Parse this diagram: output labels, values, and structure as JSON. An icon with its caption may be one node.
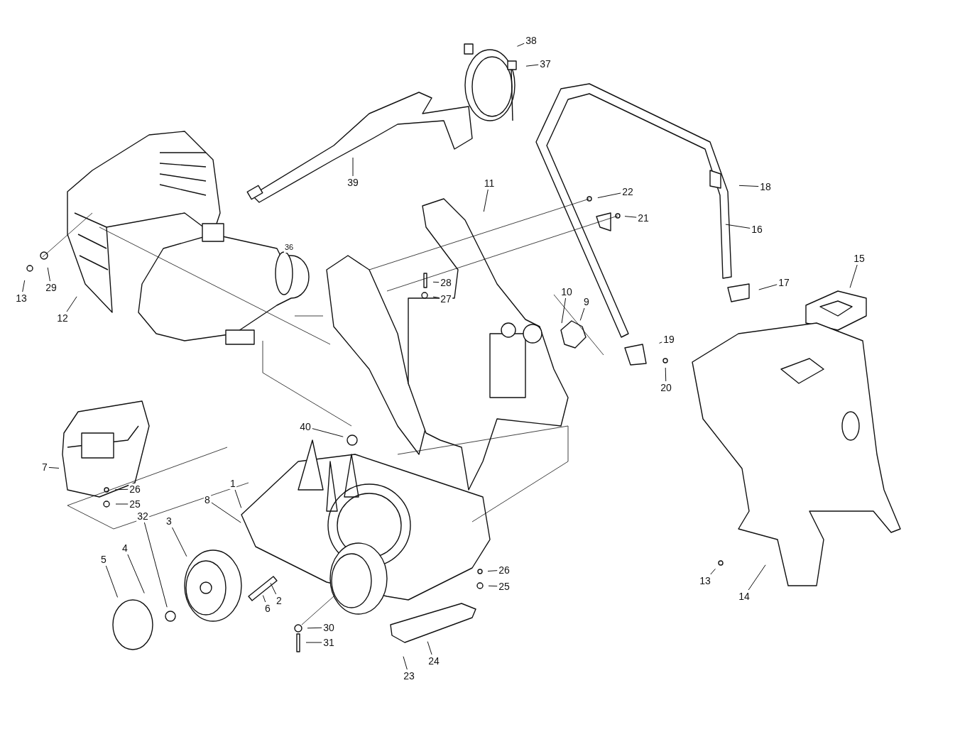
{
  "diagram": {
    "nodes": [
      {
        "text": [
          "38"
        ]
      },
      {
        "text": [
          "37"
        ]
      },
      {
        "text": [
          "39"
        ]
      },
      {
        "text": [
          "11"
        ]
      },
      {
        "text": [
          "22"
        ]
      },
      {
        "text": [
          "21"
        ]
      },
      {
        "text": [
          "18"
        ]
      },
      {
        "text": [
          "16"
        ]
      },
      {
        "text": [
          "13"
        ]
      },
      {
        "text": [
          "29"
        ]
      },
      {
        "text": [
          "12"
        ]
      },
      {
        "text": [
          "15"
        ]
      },
      {
        "text": [
          "28"
        ]
      },
      {
        "text": [
          "27"
        ]
      },
      {
        "text": [
          "17"
        ]
      },
      {
        "text": [
          "10"
        ]
      },
      {
        "text": [
          "9"
        ]
      },
      {
        "text": [
          "19"
        ]
      },
      {
        "text": [
          "20"
        ]
      },
      {
        "text": [
          "40"
        ]
      },
      {
        "text": [
          "7"
        ]
      },
      {
        "text": [
          "26"
        ]
      },
      {
        "text": [
          "25"
        ]
      },
      {
        "text": [
          "1"
        ]
      },
      {
        "text": [
          "8"
        ]
      },
      {
        "text": [
          "3"
        ]
      },
      {
        "text": [
          "32"
        ]
      },
      {
        "text": [
          "4"
        ]
      },
      {
        "text": [
          "5"
        ]
      },
      {
        "text": [
          "26"
        ]
      },
      {
        "text": [
          "25"
        ]
      },
      {
        "text": [
          "13"
        ]
      },
      {
        "text": [
          "14"
        ]
      },
      {
        "text": [
          "2"
        ]
      },
      {
        "text": [
          "6"
        ]
      },
      {
        "text": [
          "30"
        ]
      },
      {
        "text": [
          "31"
        ]
      },
      {
        "text": [
          "24"
        ]
      },
      {
        "text": [
          "23"
        ]
      }
    ],
    "edges": [
      {
        "from": 0,
        "to": null,
        "arrow": "none"
      },
      {
        "from": 1,
        "to": null,
        "arrow": "none"
      },
      {
        "from": 2,
        "to": null,
        "arrow": "none"
      },
      {
        "from": 3,
        "to": null,
        "arrow": "none"
      },
      {
        "from": 4,
        "to": null,
        "arrow": "none"
      },
      {
        "from": 5,
        "to": null,
        "arrow": "none"
      },
      {
        "from": 6,
        "to": null,
        "arrow": "none"
      },
      {
        "from": 7,
        "to": null,
        "arrow": "none"
      },
      {
        "from": 8,
        "to": null,
        "arrow": "none"
      },
      {
        "from": 9,
        "to": null,
        "arrow": "none"
      },
      {
        "from": 10,
        "to": null,
        "arrow": "none"
      },
      {
        "from": 11,
        "to": null,
        "arrow": "none"
      },
      {
        "from": 12,
        "to": null,
        "arrow": "none"
      },
      {
        "from": 13,
        "to": null,
        "arrow": "none"
      },
      {
        "from": 14,
        "to": null,
        "arrow": "none"
      },
      {
        "from": 15,
        "to": null,
        "arrow": "none"
      },
      {
        "from": 16,
        "to": null,
        "arrow": "none"
      },
      {
        "from": 17,
        "to": null,
        "arrow": "none"
      },
      {
        "from": 18,
        "to": null,
        "arrow": "none"
      },
      {
        "from": 19,
        "to": null,
        "arrow": "none"
      },
      {
        "from": 20,
        "to": null,
        "arrow": "none"
      },
      {
        "from": 21,
        "to": null,
        "arrow": "none"
      },
      {
        "from": 22,
        "to": null,
        "arrow": "none"
      },
      {
        "from": 23,
        "to": null,
        "arrow": "none"
      },
      {
        "from": 24,
        "to": null,
        "arrow": "none"
      },
      {
        "from": 25,
        "to": null,
        "arrow": "none"
      },
      {
        "from": 26,
        "to": null,
        "arrow": "none"
      },
      {
        "from": 27,
        "to": null,
        "arrow": "none"
      },
      {
        "from": 28,
        "to": null,
        "arrow": "none"
      },
      {
        "from": 29,
        "to": null,
        "arrow": "none"
      },
      {
        "from": 30,
        "to": null,
        "arrow": "none"
      },
      {
        "from": 31,
        "to": null,
        "arrow": "none"
      },
      {
        "from": 32,
        "to": null,
        "arrow": "none"
      },
      {
        "from": 33,
        "to": null,
        "arrow": "none"
      },
      {
        "from": 34,
        "to": null,
        "arrow": "none"
      },
      {
        "from": 35,
        "to": null,
        "arrow": "none"
      },
      {
        "from": 36,
        "to": null,
        "arrow": "none"
      },
      {
        "from": 37,
        "to": null,
        "arrow": "none"
      },
      {
        "from": 38,
        "to": null,
        "arrow": "none"
      }
    ],
    "labels": [
      "36"
    ]
  }
}
